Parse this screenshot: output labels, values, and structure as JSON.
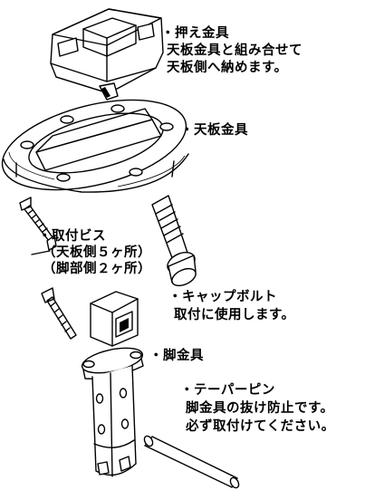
{
  "labels": {
    "holder_title": "・押え金具",
    "holder_line1": "天板金具と組み合せて",
    "holder_line2": "天板側へ納めます。",
    "top_plate": "・天板金具",
    "screws_title": "・取付ビス",
    "screws_line1": "（天板側５ヶ所）",
    "screws_line2": "（脚部側２ヶ所）",
    "cap_bolt_title": "・キャップボルト",
    "cap_bolt_line1": "取付に使用します。",
    "leg_fitting": "・脚金具",
    "taper_pin_title": "・テーパーピン",
    "taper_pin_line1": "脚金具の抜け防止です。",
    "taper_pin_line2": "必ず取付けてください。"
  }
}
